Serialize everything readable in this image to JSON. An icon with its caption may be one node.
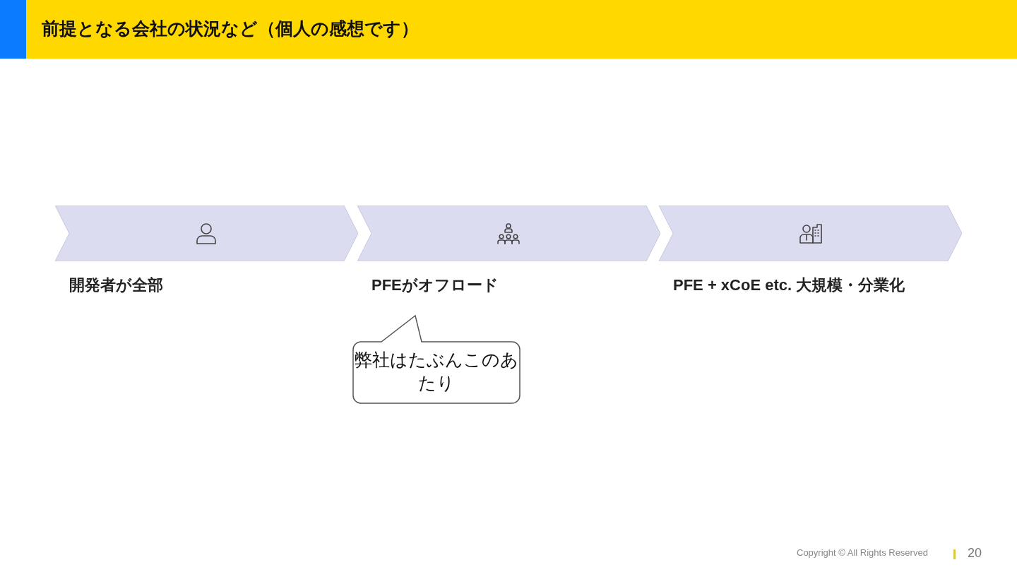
{
  "diagram": {
    "title": "前提となる会社の状況など（個人の感想です）",
    "nodes": [
      {
        "text": [
          "開発者が全部"
        ]
      },
      {
        "text": [
          "PFEがオフロード"
        ]
      },
      {
        "text": [
          "PFE + xCoE etc. 大規模・分業化"
        ]
      },
      {
        "text": [
          "弊社はたぶんこのあたり"
        ]
      }
    ],
    "labels": [
      "Copyright © All Rights Reserved",
      "20"
    ]
  }
}
